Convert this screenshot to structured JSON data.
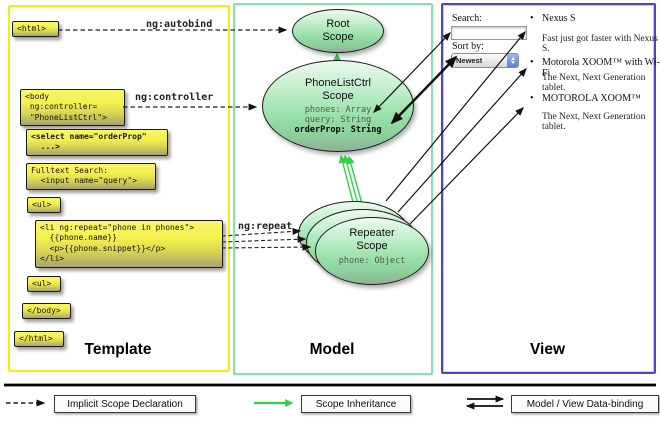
{
  "sections": {
    "template": {
      "label": "Template"
    },
    "model": {
      "label": "Model"
    },
    "view": {
      "label": "View"
    }
  },
  "template": {
    "boxes": {
      "html_open": "<html>",
      "body_open": "<body\n ng:controller=\n \"PhoneListCtrl\">",
      "select": "<select name=\"orderProp\"\n  ...>",
      "fulltext": "Fulltext Search:\n  <input name=\"query\">",
      "ul_open": "<ul>",
      "li_repeat": "<li ng:repeat=\"phone in phones\">\n  {{phone.name}}\n  <p>{{phone.snippet}}</p>\n</li>",
      "ul_close": "<ul>",
      "body_close": "</body>",
      "html_close": "</html>"
    },
    "arrow_labels": {
      "autobind": "ng:autobind",
      "controller": "ng:controller",
      "repeat": "ng:repeat"
    }
  },
  "model": {
    "root_scope": {
      "title": "Root\nScope"
    },
    "phonelist_scope": {
      "title": "PhoneListCtrl\nScope",
      "props": "phones: Array\nquery: String",
      "bold_prop": "orderProp: String"
    },
    "repeater_scope": {
      "title": "Repeater\nScope",
      "prop": "phone: Object"
    }
  },
  "view": {
    "search_label": "Search:",
    "search_value": "",
    "sort_label": "Sort by:",
    "sort_value": "Newest",
    "bullet": "•",
    "items": [
      {
        "title": "Nexus S",
        "desc": "Fast just got faster with Nexus S."
      },
      {
        "title": "Motorola XOOM™ with Wi-Fi",
        "desc": "The Next, Next Generation tablet."
      },
      {
        "title": "MOTOROLA XOOM™",
        "desc": "The Next, Next Generation tablet."
      }
    ]
  },
  "legend": {
    "implicit": "Implicit Scope Declaration",
    "inheritance": "Scope Inheritance",
    "databinding": "Model / View Data-binding"
  },
  "colors": {
    "template_border": "#f2ef0a",
    "model_border": "#7ce6ac",
    "view_border": "#5240d0",
    "inheritance_green": "#2fd345",
    "scope_fill": "#9ce2ad",
    "code_box_yellow": "#f3f04e"
  }
}
